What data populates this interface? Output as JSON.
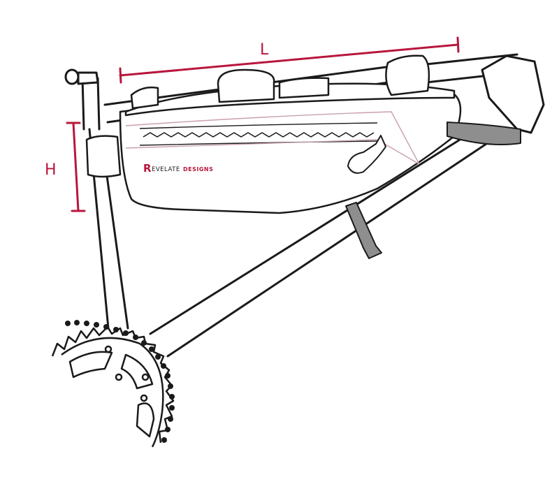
{
  "dimensions": {
    "length_label": "L",
    "height_label": "H"
  },
  "brand": {
    "logo_mark": "R",
    "logo_text": "EVELATE",
    "logo_suffix": "DESIGNS"
  },
  "colors": {
    "ink": "#1a1a1a",
    "dimension": "#b8163c",
    "strap_gray": "#8e8e8e",
    "panel_line": "#c9a0ac"
  }
}
